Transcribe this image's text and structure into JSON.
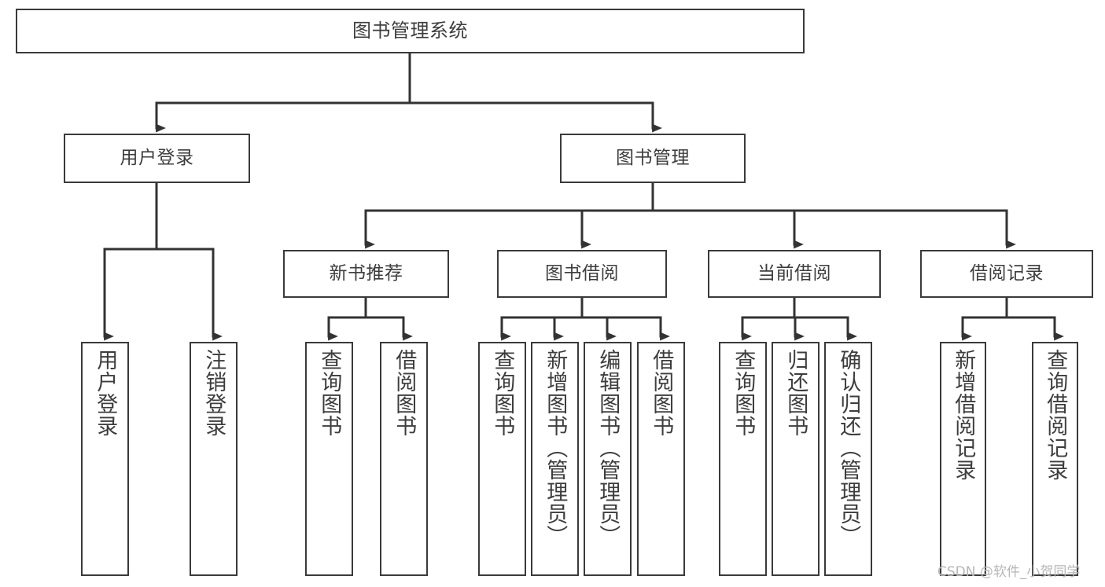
{
  "diagram": {
    "type": "tree",
    "title": "图书管理系统",
    "watermark": "CSDN @软件_小贺同学",
    "colors": {
      "node_border": "#3a3a3a",
      "node_fill": "#ffffff",
      "edge": "#333333",
      "text": "#3d3d3d",
      "watermark": "#b6b6b6",
      "background": "#ffffff"
    },
    "nodes": {
      "root": {
        "label": "图书管理系统",
        "level": 0
      },
      "user_login": {
        "label": "用户登录",
        "level": 1
      },
      "book_manage": {
        "label": "图书管理",
        "level": 1
      },
      "new_book_rec": {
        "label": "新书推荐",
        "level": 2
      },
      "book_borrow": {
        "label": "图书借阅",
        "level": 2
      },
      "current_borrow": {
        "label": "当前借阅",
        "level": 2
      },
      "borrow_record": {
        "label": "借阅记录",
        "level": 2
      },
      "leaf_user_login": {
        "label": "用户登录",
        "level": 3
      },
      "leaf_logout": {
        "label": "注销登录",
        "level": 3
      },
      "leaf_query_book_a": {
        "label": "查询图书",
        "level": 3
      },
      "leaf_borrow_book_a": {
        "label": "借阅图书",
        "level": 3
      },
      "leaf_query_book_b": {
        "label": "查询图书",
        "level": 3
      },
      "leaf_add_book": {
        "label": "新增图书（管理员）",
        "level": 3
      },
      "leaf_edit_book": {
        "label": "编辑图书（管理员）",
        "level": 3
      },
      "leaf_borrow_book_b": {
        "label": "借阅图书",
        "level": 3
      },
      "leaf_query_book_c": {
        "label": "查询图书",
        "level": 3
      },
      "leaf_return_book": {
        "label": "归还图书",
        "level": 3
      },
      "leaf_confirm_return": {
        "label": "确认归还（管理员）",
        "level": 3
      },
      "leaf_add_record": {
        "label": "新增借阅记录",
        "level": 3
      },
      "leaf_query_record": {
        "label": "查询借阅记录",
        "level": 3
      }
    },
    "edges": [
      {
        "from": "root",
        "to": "user_login"
      },
      {
        "from": "root",
        "to": "book_manage"
      },
      {
        "from": "book_manage",
        "to": "new_book_rec"
      },
      {
        "from": "book_manage",
        "to": "book_borrow"
      },
      {
        "from": "book_manage",
        "to": "current_borrow"
      },
      {
        "from": "book_manage",
        "to": "borrow_record"
      },
      {
        "from": "user_login",
        "to": "leaf_user_login"
      },
      {
        "from": "user_login",
        "to": "leaf_logout"
      },
      {
        "from": "new_book_rec",
        "to": "leaf_query_book_a"
      },
      {
        "from": "new_book_rec",
        "to": "leaf_borrow_book_a"
      },
      {
        "from": "book_borrow",
        "to": "leaf_query_book_b"
      },
      {
        "from": "book_borrow",
        "to": "leaf_add_book"
      },
      {
        "from": "book_borrow",
        "to": "leaf_edit_book"
      },
      {
        "from": "book_borrow",
        "to": "leaf_borrow_book_b"
      },
      {
        "from": "current_borrow",
        "to": "leaf_query_book_c"
      },
      {
        "from": "current_borrow",
        "to": "leaf_return_book"
      },
      {
        "from": "current_borrow",
        "to": "leaf_confirm_return"
      },
      {
        "from": "borrow_record",
        "to": "leaf_add_record"
      },
      {
        "from": "borrow_record",
        "to": "leaf_query_record"
      }
    ]
  }
}
